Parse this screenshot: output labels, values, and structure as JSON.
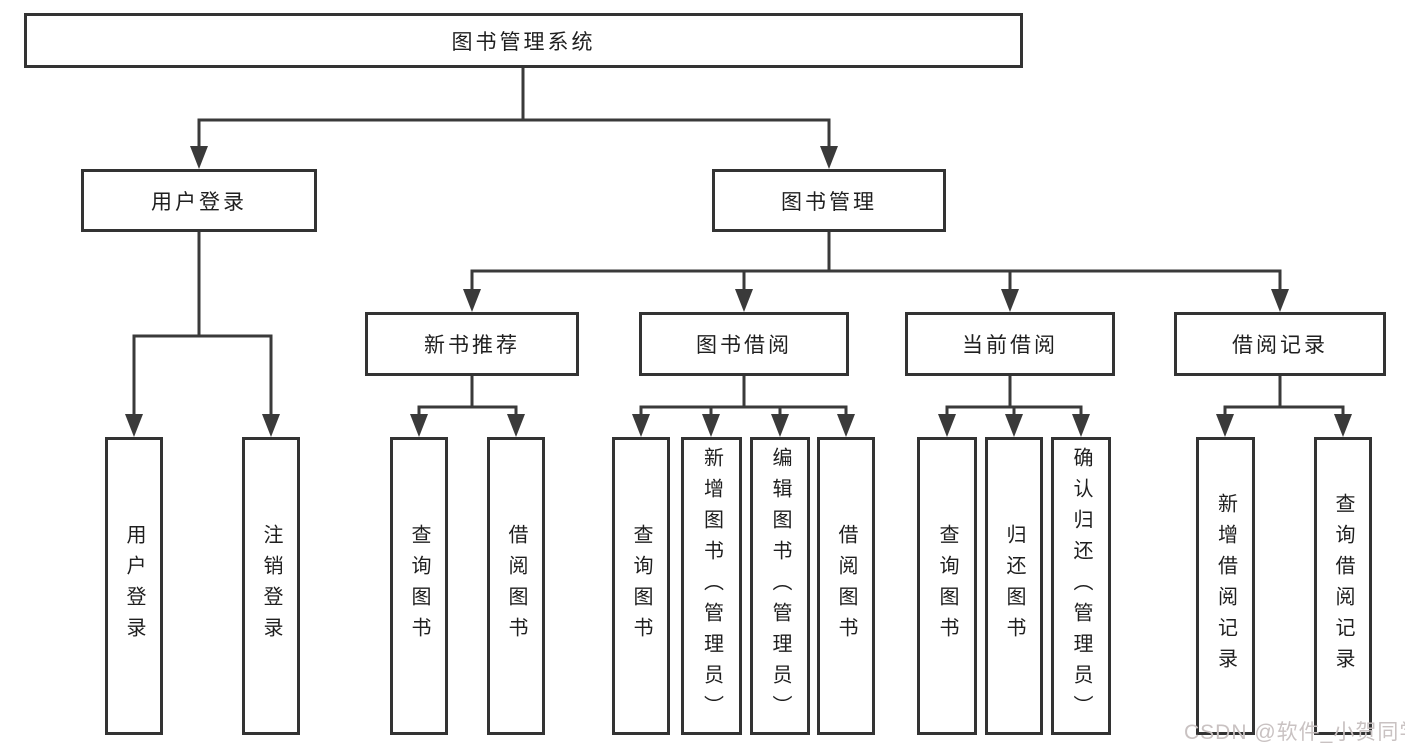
{
  "diagram": {
    "root": {
      "label": "图书管理系统"
    },
    "branches": [
      {
        "label": "用户登录",
        "children": [
          {
            "label": "用户登录"
          },
          {
            "label": "注销登录"
          }
        ]
      },
      {
        "label": "图书管理",
        "children": [
          {
            "label": "新书推荐",
            "children": [
              {
                "label": "查询图书"
              },
              {
                "label": "借阅图书"
              }
            ]
          },
          {
            "label": "图书借阅",
            "children": [
              {
                "label": "查询图书"
              },
              {
                "label": "新增图书（管理员）"
              },
              {
                "label": "编辑图书（管理员）"
              },
              {
                "label": "借阅图书"
              }
            ]
          },
          {
            "label": "当前借阅",
            "children": [
              {
                "label": "查询图书"
              },
              {
                "label": "归还图书"
              },
              {
                "label": "确认归还（管理员）"
              }
            ]
          },
          {
            "label": "借阅记录",
            "children": [
              {
                "label": "新增借阅记录"
              },
              {
                "label": "查询借阅记录"
              }
            ]
          }
        ]
      }
    ]
  },
  "watermark": {
    "text": "CSDN @软件_小贺同学",
    "color": "#c9c2c2"
  },
  "colors": {
    "line": "#3a3a3a",
    "box_border": "#333333",
    "text": "#1f1f1f",
    "background": "#ffffff"
  }
}
